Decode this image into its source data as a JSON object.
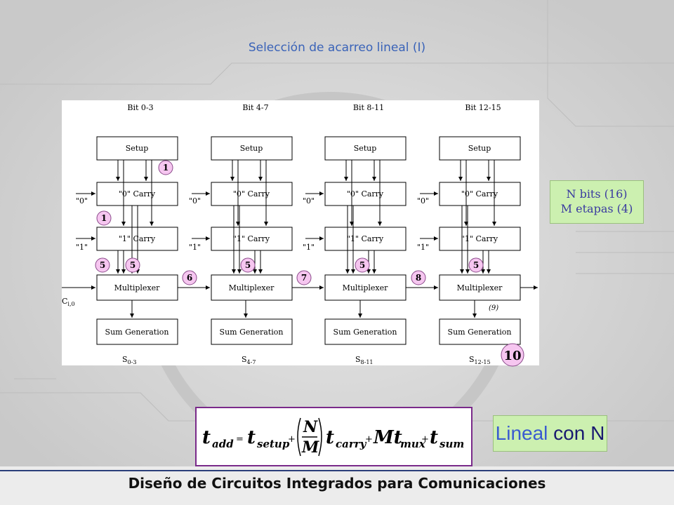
{
  "title": "Selección de acarreo lineal (I)",
  "footer": "Diseño de Circuitos Integrados para Comunicaciones",
  "diagram": {
    "stages": [
      {
        "header": "Bit 0-3",
        "sum_label": "S",
        "sum_sub": "0-3"
      },
      {
        "header": "Bit 4-7",
        "sum_label": "S",
        "sum_sub": "4-7"
      },
      {
        "header": "Bit 8-11",
        "sum_label": "S",
        "sum_sub": "8-11"
      },
      {
        "header": "Bit 12-15",
        "sum_label": "S",
        "sum_sub": "12-15"
      }
    ],
    "block_labels": {
      "setup": "Setup",
      "carry0": "\"0\" Carry",
      "carry1": "\"1\" Carry",
      "mux": "Multiplexer",
      "sum": "Sum Generation"
    },
    "input0": "\"0\"",
    "input1": "\"1\"",
    "cin_label": "C",
    "cin_sub": "i,0",
    "small_note": "(9)",
    "badges": {
      "setup_delay": "1",
      "carry_delay": "1",
      "carry_five": "5",
      "mux_six": "6",
      "mux_seven": "7",
      "mux_eight": "8",
      "total": "10"
    }
  },
  "info_box": {
    "line1": "N bits (16)",
    "line2": "M etapas (4)"
  },
  "formula": {
    "t": "t",
    "add": "add",
    "eq": "=",
    "setup": "setup",
    "plus": "+",
    "N": "N",
    "M": "M",
    "carry": "carry",
    "Mt": "Mt",
    "mux": "mux",
    "sum": "sum"
  },
  "lineal": {
    "word1": "Lineal",
    "word2": "con N"
  },
  "colors": {
    "title": "#3a63b8",
    "badge_fill": "#f6c6f0",
    "green_box": "#ccf0b0",
    "formula_border": "#7a2a8a"
  }
}
